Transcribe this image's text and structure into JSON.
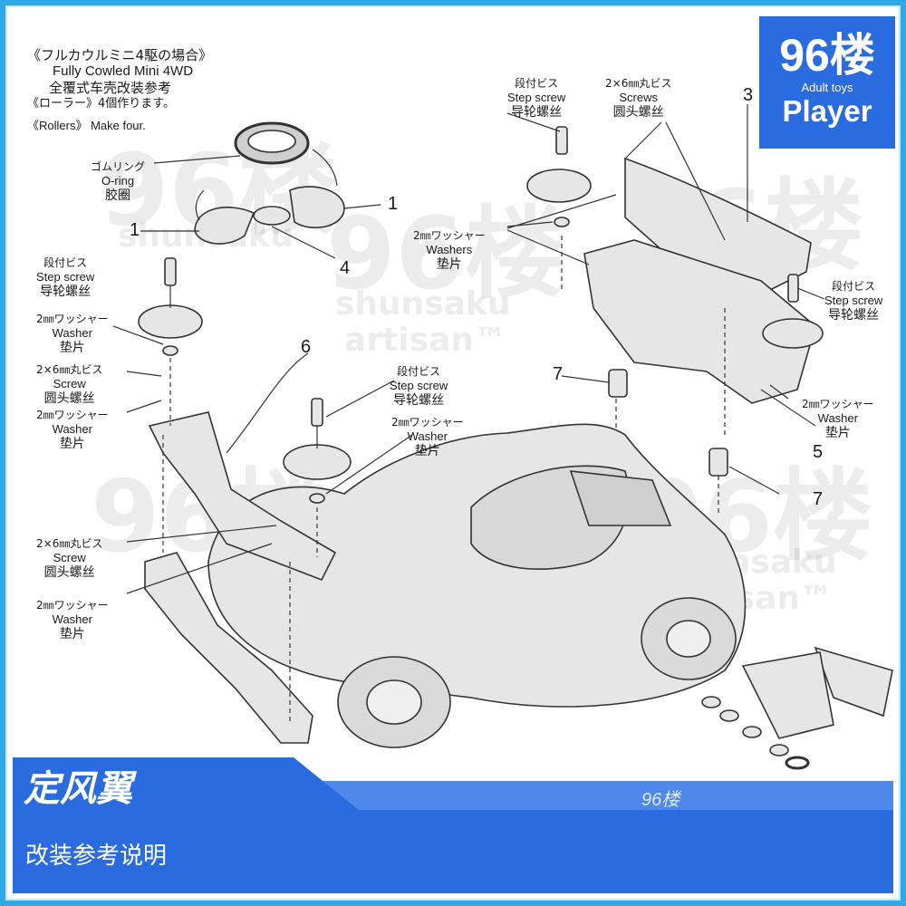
{
  "logo": {
    "main": "96楼",
    "sub": "Adult toys",
    "player": "Player"
  },
  "heading": {
    "jp_title": "《フルカウルミニ4駆の場合》",
    "en_title": "Fully Cowled Mini 4WD",
    "zh_title": "全覆式车壳改装参考",
    "jp_rollers": "《ローラー》4個作ります。",
    "en_rollers": "《Rollers》 Make four."
  },
  "labels": {
    "oring": {
      "jp": "ゴムリング",
      "en": "O-ring",
      "zh": "胶圈"
    },
    "step_screw_left": {
      "jp": "段付ビス",
      "en": "Step screw",
      "zh": "导轮螺丝"
    },
    "washer_left": {
      "jp": "2㎜ワッシャー",
      "en": "Washer",
      "zh": "垫片"
    },
    "screw_left": {
      "jp": "2×6㎜丸ビス",
      "en": "Screw",
      "zh": "圆头螺丝"
    },
    "washer_left2": {
      "jp": "2㎜ワッシャー",
      "en": "Washer",
      "zh": "垫片"
    },
    "step_screw_mid": {
      "jp": "段付ビス",
      "en": "Step screw",
      "zh": "导轮螺丝"
    },
    "washer_mid": {
      "jp": "2㎜ワッシャー",
      "en": "Washer",
      "zh": "垫片"
    },
    "screw_low": {
      "jp": "2×6㎜丸ビス",
      "en": "Screw",
      "zh": "圆头螺丝"
    },
    "washer_low": {
      "jp": "2㎜ワッシャー",
      "en": "Washer",
      "zh": "垫片"
    },
    "step_screw_top": {
      "jp": "段付ビス",
      "en": "Step screw",
      "zh": "导轮螺丝"
    },
    "screws_top": {
      "jp": "2×6㎜丸ビス",
      "en": "Screws",
      "zh": "圆头螺丝"
    },
    "washers_top": {
      "jp": "2㎜ワッシャー",
      "en": "Washers",
      "zh": "垫片"
    },
    "step_screw_right": {
      "jp": "段付ビス",
      "en": "Step screw",
      "zh": "导轮螺丝"
    },
    "washer_right": {
      "jp": "2㎜ワッシャー",
      "en": "Washer",
      "zh": "垫片"
    }
  },
  "part_numbers": {
    "n1_left": "1",
    "n1_right": "1",
    "n4": "4",
    "n6": "6",
    "n3": "3",
    "n7_top": "7",
    "n5": "5",
    "n7_bottom": "7"
  },
  "watermark": {
    "main": "96楼",
    "line1": "shunsaku",
    "line2": "artisan™"
  },
  "banner": {
    "title": "定风翼",
    "tag": "96楼",
    "subtitle": "改装参考说明"
  },
  "colors": {
    "accent": "#2b6be0",
    "frame": "#2fa8e6",
    "part_fill": "#e6e6e6",
    "line": "#333333"
  }
}
